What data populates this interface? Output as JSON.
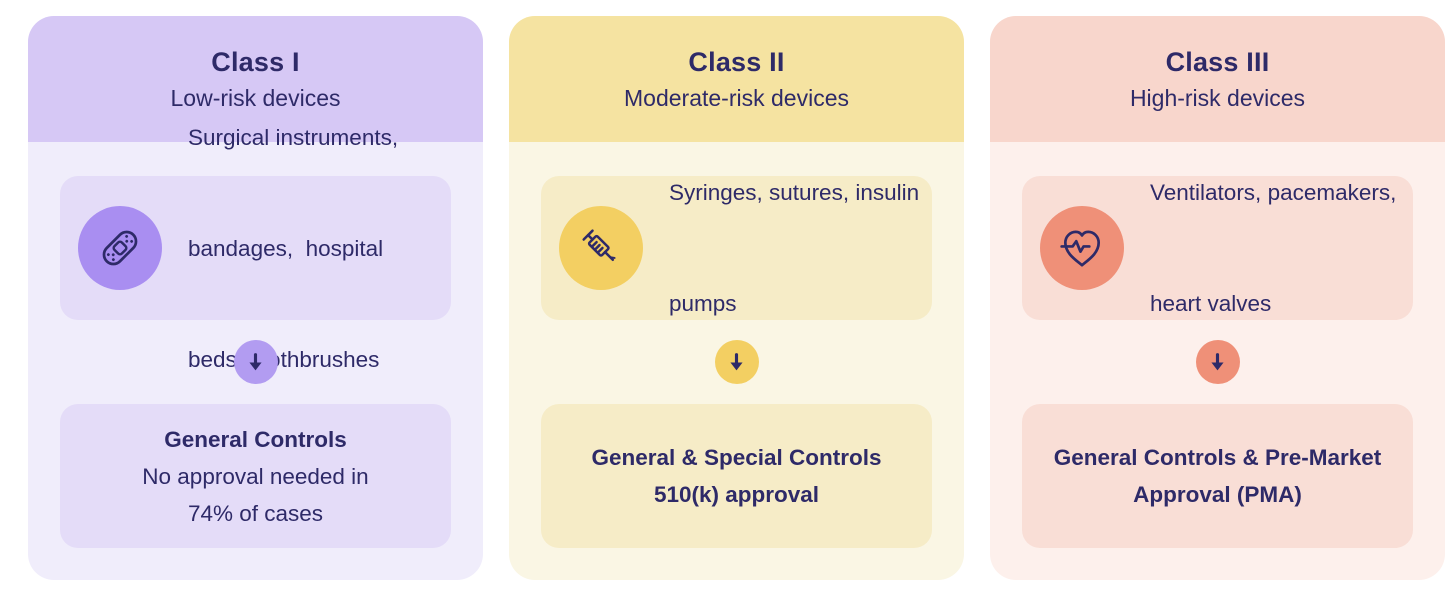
{
  "meta": {
    "text_color": "#2e2a68",
    "page_background": "#ffffff"
  },
  "cards": [
    {
      "title": "Class I",
      "subtitle": "Low-risk devices",
      "example_icon": "bandage-icon",
      "arrow_icon": "down-arrow-icon",
      "examples": [
        "Surgical instruments,",
        "bandages,  hospital",
        "beds, toothbrushes"
      ],
      "outcome": [
        "General Controls",
        "No approval needed in",
        "74% of cases"
      ],
      "colors": {
        "header": "#d6c8f5",
        "body": "#f0edfb",
        "box": "#e4dcf8",
        "circle": "#a98ef1",
        "arrow": "#b29cf1"
      }
    },
    {
      "title": "Class II",
      "subtitle": "Moderate-risk devices",
      "example_icon": "syringe-icon",
      "arrow_icon": "down-arrow-icon",
      "examples": [
        "Syringes, sutures, insulin",
        "pumps"
      ],
      "outcome": [
        "General & Special Controls",
        "510(k) approval"
      ],
      "colors": {
        "header": "#f5e3a1",
        "body": "#faf6e4",
        "box": "#f6ecc7",
        "circle": "#f3cf62",
        "arrow": "#f3cf62"
      }
    },
    {
      "title": "Class III",
      "subtitle": "High-risk devices",
      "example_icon": "heart-pulse-icon",
      "arrow_icon": "down-arrow-icon",
      "examples": [
        "Ventilators, pacemakers,",
        "heart valves"
      ],
      "outcome": [
        "General Controls & Pre-Market",
        "Approval (PMA)"
      ],
      "colors": {
        "header": "#f8d6cc",
        "body": "#fdf0ec",
        "box": "#f9ded6",
        "circle": "#ef9078",
        "arrow": "#ef9078"
      }
    }
  ]
}
